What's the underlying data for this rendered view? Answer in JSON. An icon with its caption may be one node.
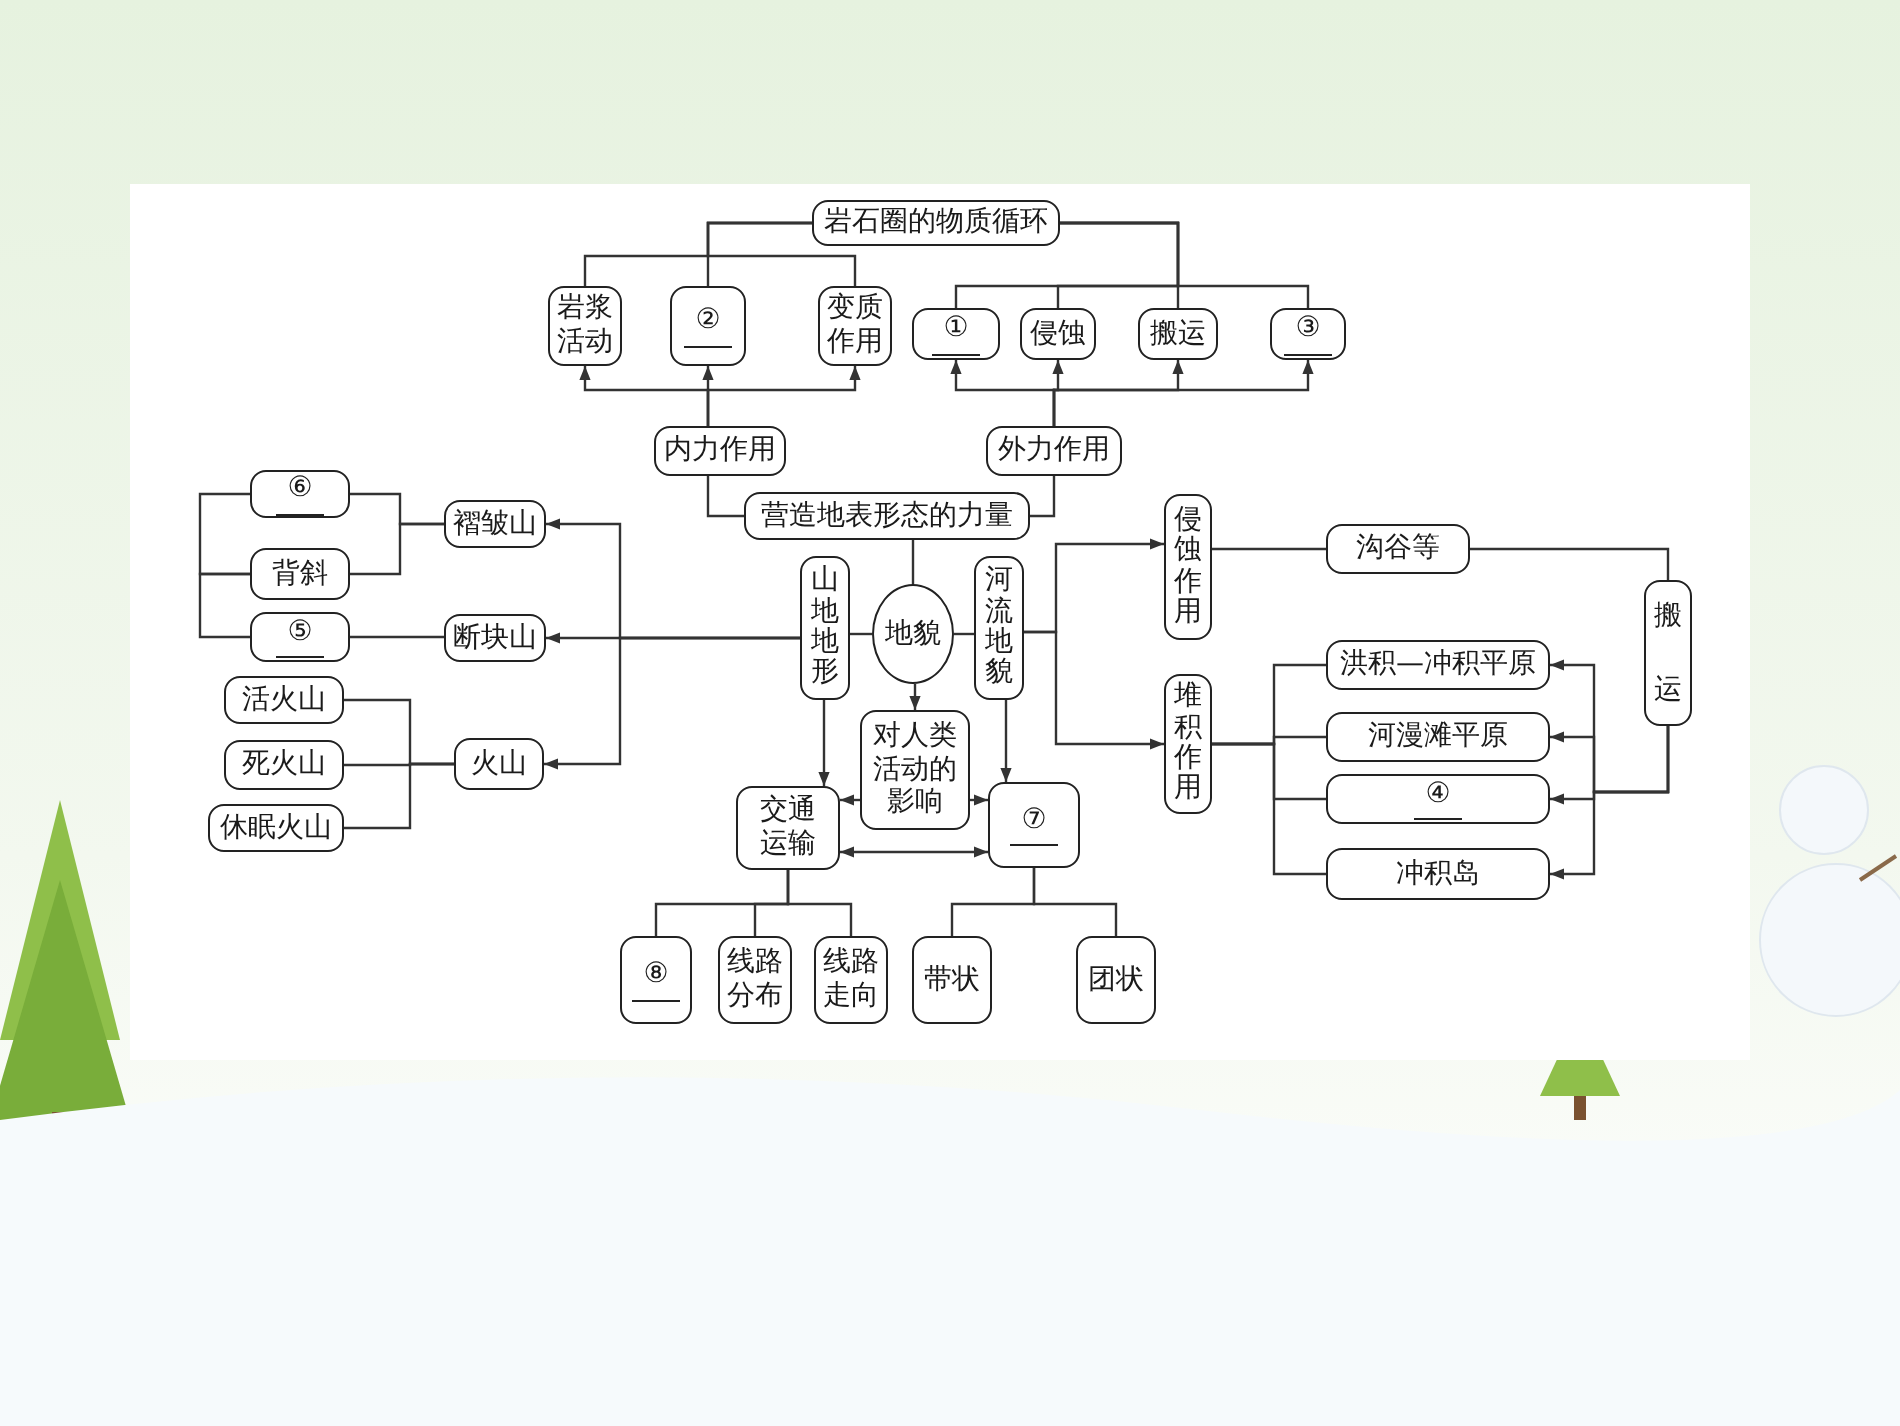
{
  "diagram": {
    "nodes": [
      {
        "text": [
          "岩石圈的物质循环"
        ]
      },
      {
        "text": [
          "岩浆活动"
        ]
      },
      {
        "text": [
          "②"
        ]
      },
      {
        "text": [
          "变质作用"
        ]
      },
      {
        "text": [
          "①"
        ]
      },
      {
        "text": [
          "侵蚀"
        ]
      },
      {
        "text": [
          "搬运"
        ]
      },
      {
        "text": [
          "③"
        ]
      },
      {
        "text": [
          "内力作用"
        ]
      },
      {
        "text": [
          "外力作用"
        ]
      },
      {
        "text": [
          "营造地表形态的力量"
        ]
      },
      {
        "text": [
          "山地地形"
        ]
      },
      {
        "text": [
          "地貌"
        ]
      },
      {
        "text": [
          "河流地貌"
        ]
      },
      {
        "text": [
          "对人类活动的影响"
        ]
      },
      {
        "text": [
          "交通运输"
        ]
      },
      {
        "text": [
          "⑦"
        ]
      },
      {
        "text": [
          "⑧"
        ]
      },
      {
        "text": [
          "线路分布"
        ]
      },
      {
        "text": [
          "线路走向"
        ]
      },
      {
        "text": [
          "带状"
        ]
      },
      {
        "text": [
          "团状"
        ]
      },
      {
        "text": [
          "⑥"
        ]
      },
      {
        "text": [
          "背斜"
        ]
      },
      {
        "text": [
          "⑤"
        ]
      },
      {
        "text": [
          "褶皱山"
        ]
      },
      {
        "text": [
          "断块山"
        ]
      },
      {
        "text": [
          "活火山"
        ]
      },
      {
        "text": [
          "死火山"
        ]
      },
      {
        "text": [
          "休眠火山"
        ]
      },
      {
        "text": [
          "火山"
        ]
      },
      {
        "text": [
          "侵蚀作用"
        ]
      },
      {
        "text": [
          "堆积作用"
        ]
      },
      {
        "text": [
          "沟谷等"
        ]
      },
      {
        "text": [
          "搬运"
        ]
      },
      {
        "text": [
          "洪积—冲积平原"
        ]
      },
      {
        "text": [
          "河漫滩平原"
        ]
      },
      {
        "text": [
          "④"
        ]
      },
      {
        "text": [
          "冲积岛"
        ]
      }
    ],
    "edges": [
      {
        "from": 0,
        "to": 1,
        "arrow": "none"
      },
      {
        "from": 0,
        "to": 2,
        "arrow": "none"
      },
      {
        "from": 0,
        "to": 3,
        "arrow": "none"
      },
      {
        "from": 0,
        "to": 4,
        "arrow": "none"
      },
      {
        "from": 0,
        "to": 5,
        "arrow": "none"
      },
      {
        "from": 0,
        "to": 6,
        "arrow": "none"
      },
      {
        "from": 0,
        "to": 7,
        "arrow": "none"
      },
      {
        "from": 8,
        "to": 1,
        "arrow": "to"
      },
      {
        "from": 8,
        "to": 2,
        "arrow": "to"
      },
      {
        "from": 8,
        "to": 3,
        "arrow": "to"
      },
      {
        "from": 9,
        "to": 4,
        "arrow": "to"
      },
      {
        "from": 9,
        "to": 5,
        "arrow": "to"
      },
      {
        "from": 9,
        "to": 6,
        "arrow": "to"
      },
      {
        "from": 9,
        "to": 7,
        "arrow": "to"
      },
      {
        "from": 8,
        "to": 10,
        "arrow": "none"
      },
      {
        "from": 10,
        "to": 9,
        "arrow": "none"
      },
      {
        "from": 10,
        "to": 12,
        "arrow": "none"
      },
      {
        "from": 12,
        "to": 11,
        "arrow": "none"
      },
      {
        "from": 12,
        "to": 13,
        "arrow": "none"
      },
      {
        "from": 12,
        "to": 14,
        "arrow": "to"
      },
      {
        "from": 11,
        "to": 15,
        "arrow": "to"
      },
      {
        "from": 13,
        "to": 16,
        "arrow": "to"
      },
      {
        "from": 14,
        "to": 15,
        "arrow": "to"
      },
      {
        "from": 14,
        "to": 16,
        "arrow": "to"
      },
      {
        "from": 15,
        "to": 16,
        "arrow": "both"
      },
      {
        "from": 15,
        "to": 17,
        "arrow": "none"
      },
      {
        "from": 15,
        "to": 18,
        "arrow": "none"
      },
      {
        "from": 15,
        "to": 19,
        "arrow": "none"
      },
      {
        "from": 16,
        "to": 20,
        "arrow": "none"
      },
      {
        "from": 16,
        "to": 21,
        "arrow": "none"
      },
      {
        "from": 11,
        "to": 25,
        "arrow": "to"
      },
      {
        "from": 11,
        "to": 26,
        "arrow": "to"
      },
      {
        "from": 11,
        "to": 30,
        "arrow": "to"
      },
      {
        "from": 25,
        "to": 22,
        "arrow": "none"
      },
      {
        "from": 25,
        "to": 23,
        "arrow": "none"
      },
      {
        "from": 26,
        "to": 24,
        "arrow": "none"
      },
      {
        "from": 22,
        "to": 23,
        "arrow": "none"
      },
      {
        "from": 23,
        "to": 24,
        "arrow": "none"
      },
      {
        "from": 30,
        "to": 27,
        "arrow": "none"
      },
      {
        "from": 30,
        "to": 28,
        "arrow": "none"
      },
      {
        "from": 30,
        "to": 29,
        "arrow": "none"
      },
      {
        "from": 13,
        "to": 31,
        "arrow": "to"
      },
      {
        "from": 13,
        "to": 32,
        "arrow": "to"
      },
      {
        "from": 31,
        "to": 33,
        "arrow": "none"
      },
      {
        "from": 33,
        "to": 34,
        "arrow": "none"
      },
      {
        "from": 34,
        "to": 35,
        "arrow": "to"
      },
      {
        "from": 34,
        "to": 36,
        "arrow": "to"
      },
      {
        "from": 34,
        "to": 37,
        "arrow": "to"
      },
      {
        "from": 34,
        "to": 38,
        "arrow": "to"
      },
      {
        "from": 32,
        "to": 35,
        "arrow": "none"
      },
      {
        "from": 32,
        "to": 36,
        "arrow": "none"
      },
      {
        "from": 32,
        "to": 37,
        "arrow": "none"
      },
      {
        "from": 32,
        "to": 38,
        "arrow": "none"
      }
    ]
  }
}
